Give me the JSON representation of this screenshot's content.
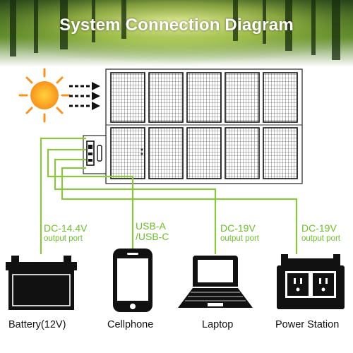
{
  "title": "System Connection Diagram",
  "colors": {
    "accent_green": "#6cbf2a",
    "wire_green": "#8cc63f",
    "device_black": "#111111",
    "sun_orange": "#f7931e",
    "forest_dark": "#1f3a12"
  },
  "icons": [
    "sun-icon",
    "sunlight-arrows-icon",
    "solar-panel-icon",
    "battery-icon",
    "cellphone-icon",
    "laptop-icon",
    "power-station-icon"
  ],
  "ports": [
    {
      "name": "DC-14.4V",
      "desc": "output port"
    },
    {
      "name": "USB-A",
      "desc": "/USB-C"
    },
    {
      "name": "DC-19V",
      "desc": "output port"
    },
    {
      "name": "DC-19V",
      "desc": "output port"
    }
  ],
  "devices": [
    {
      "label": "Battery(12V)"
    },
    {
      "label": "Cellphone"
    },
    {
      "label": "Laptop"
    },
    {
      "label": "Power Station"
    }
  ]
}
